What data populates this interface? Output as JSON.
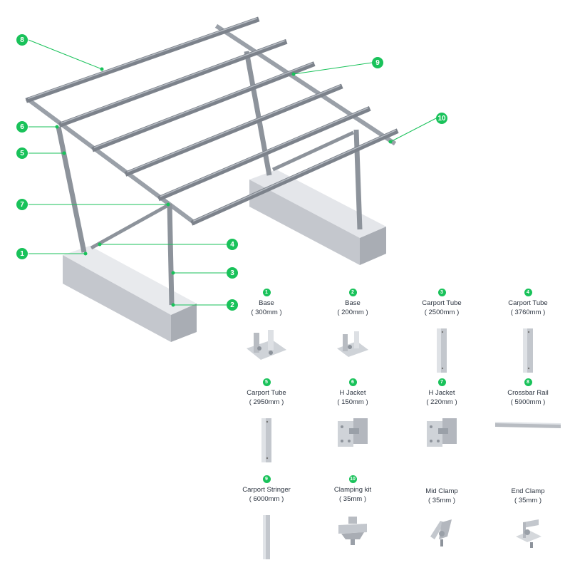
{
  "callouts": [
    "1",
    "2",
    "3",
    "4",
    "5",
    "6",
    "7",
    "8",
    "9",
    "10"
  ],
  "parts": [
    {
      "num": "1",
      "name": "Base",
      "size": "( 300mm )",
      "icon": "base-300-icon"
    },
    {
      "num": "2",
      "name": "Base",
      "size": "( 200mm )",
      "icon": "base-200-icon"
    },
    {
      "num": "3",
      "name": "Carport Tube",
      "size": "( 2500mm )",
      "icon": "tube-icon"
    },
    {
      "num": "4",
      "name": "Carport Tube",
      "size": "( 3760mm )",
      "icon": "tube-icon"
    },
    {
      "num": "5",
      "name": "Carport Tube",
      "size": "( 2950mm )",
      "icon": "tube-icon"
    },
    {
      "num": "6",
      "name": "H Jacket",
      "size": "( 150mm )",
      "icon": "h-jacket-icon"
    },
    {
      "num": "7",
      "name": "H Jacket",
      "size": "( 220mm )",
      "icon": "h-jacket-icon"
    },
    {
      "num": "8",
      "name": "Crossbar Rail",
      "size": "( 5900mm )",
      "icon": "rail-icon"
    },
    {
      "num": "9",
      "name": "Carport Stringer",
      "size": "( 6000mm )",
      "icon": "stringer-icon"
    },
    {
      "num": "10",
      "name": "Clamping kit",
      "size": "( 35mm )",
      "icon": "clamping-kit-icon"
    },
    {
      "num": "",
      "name": "Mid Clamp",
      "size": "( 35mm )",
      "icon": "mid-clamp-icon"
    },
    {
      "num": "",
      "name": "End Clamp",
      "size": "( 35mm )",
      "icon": "end-clamp-icon"
    }
  ],
  "colors": {
    "accent": "#19c25a",
    "steel": "#8f949c",
    "concrete": "#c9ccd2"
  }
}
